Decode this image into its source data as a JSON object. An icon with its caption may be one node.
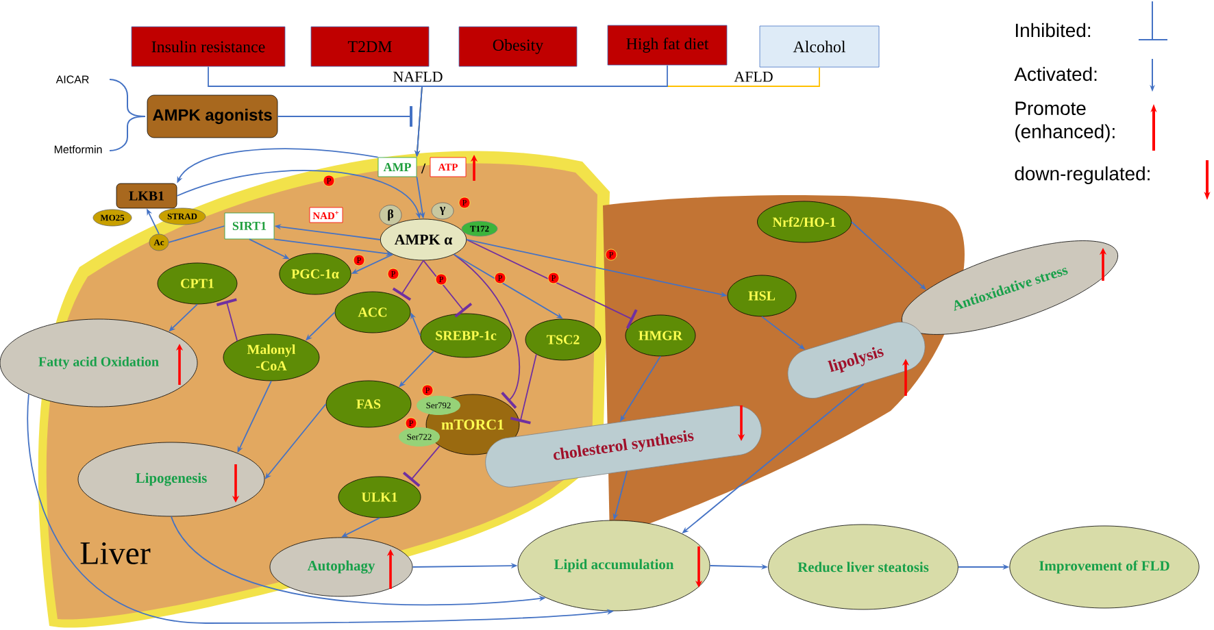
{
  "diagram": {
    "nodes": [
      {
        "text": [
          "Insulin resistance"
        ]
      },
      {
        "text": [
          "T2DM"
        ]
      },
      {
        "text": [
          "Obesity"
        ]
      },
      {
        "text": [
          "High fat diet"
        ]
      },
      {
        "text": [
          "Alcohol"
        ]
      },
      {
        "text": [
          "AMPK agonists"
        ]
      },
      {
        "text": [
          "LKB1"
        ]
      },
      {
        "text": [
          "MO25"
        ]
      },
      {
        "text": [
          "STRAD"
        ]
      },
      {
        "text": [
          "Ac"
        ]
      },
      {
        "text": [
          "AMP"
        ]
      },
      {
        "text": [
          "ATP"
        ]
      },
      {
        "text": [
          "SIRT1"
        ]
      },
      {
        "text": [
          "NAD$^{+}$"
        ]
      },
      {
        "text": [
          "β"
        ]
      },
      {
        "text": [
          "γ"
        ]
      },
      {
        "text": [
          "AMPK α"
        ]
      },
      {
        "text": [
          "T172"
        ]
      },
      {
        "text": [
          "CPT1"
        ]
      },
      {
        "text": [
          "PGC-1α"
        ]
      },
      {
        "text": [
          "ACC"
        ]
      },
      {
        "text": [
          "SREBP-1c"
        ]
      },
      {
        "text": [
          "Malonyl -CoA"
        ]
      },
      {
        "text": [
          "TSC2"
        ]
      },
      {
        "text": [
          "HMGR"
        ]
      },
      {
        "text": [
          "HSL"
        ]
      },
      {
        "text": [
          "Nrf2/HO-1"
        ]
      },
      {
        "text": [
          "Antioxidative stress"
        ]
      },
      {
        "text": [
          "Fatty acid Oxidation"
        ]
      },
      {
        "text": [
          "FAS"
        ]
      },
      {
        "text": [
          "Ser792"
        ]
      },
      {
        "text": [
          "Ser722"
        ]
      },
      {
        "text": [
          "mTORC1"
        ]
      },
      {
        "text": [
          "Lipogenesis"
        ]
      },
      {
        "text": [
          "ULK1"
        ]
      },
      {
        "text": [
          "cholesterol synthesis"
        ]
      },
      {
        "text": [
          "lipolysis"
        ]
      },
      {
        "text": [
          "Autophagy"
        ]
      },
      {
        "text": [
          "Lipid accumulation"
        ]
      },
      {
        "text": [
          "Reduce liver steatosis"
        ]
      },
      {
        "text": [
          "Improvement of FLD"
        ]
      }
    ],
    "edges": [
      {
        "from": 4,
        "to": 10,
        "arrow": "to",
        "color": "#ffc000"
      },
      {
        "from": 0,
        "to": 10,
        "arrow": "to"
      },
      {
        "from": 3,
        "to": 10,
        "arrow": "to"
      },
      {
        "from": 5,
        "to": null,
        "arrow": "other"
      },
      {
        "from": 10,
        "to": 6,
        "arrow": "to"
      },
      {
        "from": 6,
        "to": 16,
        "arrow": "to"
      },
      {
        "from": 10,
        "to": 16,
        "arrow": "to"
      },
      {
        "from": 16,
        "to": 12,
        "arrow": "to"
      },
      {
        "from": 12,
        "to": 16,
        "arrow": "to"
      },
      {
        "from": 12,
        "to": 9,
        "arrow": "none"
      },
      {
        "from": 9,
        "to": 6,
        "arrow": "to"
      },
      {
        "from": 12,
        "to": 19,
        "arrow": "to"
      },
      {
        "from": 16,
        "to": 19,
        "arrow": "to"
      },
      {
        "from": 16,
        "to": 20,
        "arrow": "other",
        "color": "#7030a0"
      },
      {
        "from": 16,
        "to": 21,
        "arrow": "other",
        "color": "#7030a0"
      },
      {
        "from": 16,
        "to": 32,
        "arrow": "other",
        "color": "#7030a0"
      },
      {
        "from": 16,
        "to": 23,
        "arrow": "to"
      },
      {
        "from": 16,
        "to": 24,
        "arrow": "other",
        "color": "#7030a0"
      },
      {
        "from": 16,
        "to": 25,
        "arrow": "to"
      },
      {
        "from": 22,
        "to": 18,
        "arrow": "other",
        "color": "#7030a0"
      },
      {
        "from": 18,
        "to": 28,
        "arrow": "to"
      },
      {
        "from": 20,
        "to": 22,
        "arrow": "to"
      },
      {
        "from": 21,
        "to": 20,
        "arrow": "to"
      },
      {
        "from": 21,
        "to": 29,
        "arrow": "to"
      },
      {
        "from": 22,
        "to": 33,
        "arrow": "to"
      },
      {
        "from": 29,
        "to": 33,
        "arrow": "to"
      },
      {
        "from": 23,
        "to": 32,
        "arrow": "other",
        "color": "#7030a0"
      },
      {
        "from": 32,
        "to": 34,
        "arrow": "other",
        "color": "#7030a0"
      },
      {
        "from": 34,
        "to": 37,
        "arrow": "to"
      },
      {
        "from": 24,
        "to": 35,
        "arrow": "to"
      },
      {
        "from": 25,
        "to": 36,
        "arrow": "to"
      },
      {
        "from": 26,
        "to": 27,
        "arrow": "to"
      },
      {
        "from": 28,
        "to": 38,
        "arrow": "to"
      },
      {
        "from": 33,
        "to": 38,
        "arrow": "to"
      },
      {
        "from": 37,
        "to": 38,
        "arrow": "to"
      },
      {
        "from": 35,
        "to": 38,
        "arrow": "to"
      },
      {
        "from": 36,
        "to": 38,
        "arrow": "to"
      },
      {
        "from": 38,
        "to": 39,
        "arrow": "to"
      },
      {
        "from": 39,
        "to": 40,
        "arrow": "to"
      }
    ],
    "labels": [
      "AICAR",
      "NAFLD",
      "AFLD",
      "Metformin",
      "/",
      "P",
      "P",
      "P",
      "P",
      "P",
      "P",
      "P",
      "P",
      "P",
      "P",
      "Liver"
    ],
    "legend": [
      {
        "text": "Inhibited:"
      },
      {
        "text": "Activated:"
      },
      {
        "text": "Promote (enhanced):"
      },
      {
        "text": "down-regulated:"
      }
    ]
  }
}
